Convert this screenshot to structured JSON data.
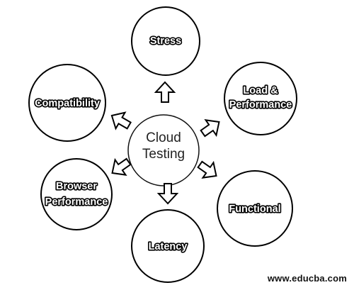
{
  "diagram": {
    "center": {
      "lines": [
        "Cloud",
        "Testing"
      ]
    },
    "nodes": [
      {
        "id": "stress",
        "lines": [
          "Stress"
        ]
      },
      {
        "id": "load-performance",
        "lines": [
          "Load &",
          "Performance"
        ]
      },
      {
        "id": "functional",
        "lines": [
          "Functional"
        ]
      },
      {
        "id": "latency",
        "lines": [
          "Latency"
        ]
      },
      {
        "id": "browser-performance",
        "lines": [
          "Browser",
          "Performance"
        ]
      },
      {
        "id": "compatibility",
        "lines": [
          "Compatibility"
        ]
      }
    ]
  },
  "footer": {
    "watermark": "www.educba.com"
  }
}
